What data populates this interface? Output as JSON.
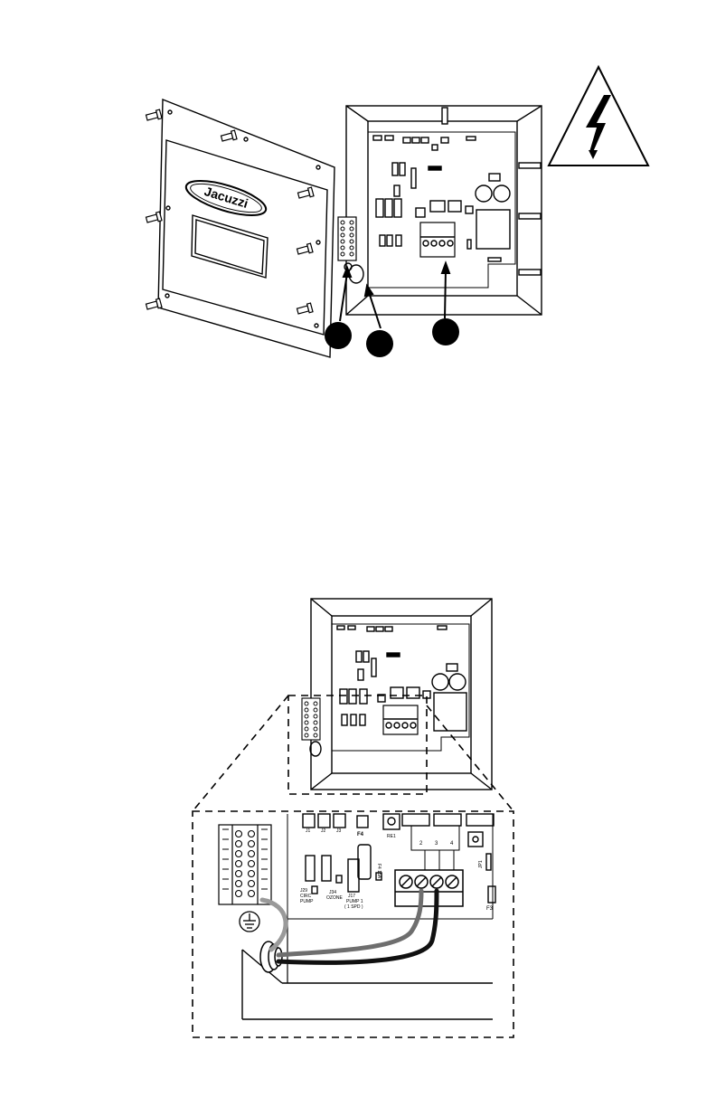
{
  "brand": {
    "logo_text": "Jacuzzi"
  },
  "callouts": [
    "",
    "",
    ""
  ],
  "colors": {
    "line": "#000000",
    "ground_wire": "#9a9a9a",
    "neutral_wire": "#6e6e6e",
    "hot_wire": "#111111",
    "background": "#ffffff"
  },
  "warning": {
    "icon": "high-voltage-warning-icon"
  },
  "detail": {
    "board_labels": {
      "header_a": "J1",
      "header_b": "J2",
      "header_c": "J3",
      "fuse": "F4",
      "relay": "RE1",
      "terminal_2": "2",
      "terminal_3": "3",
      "terminal_4": "4",
      "j29": "J29",
      "circ": "CIRC",
      "pump_a": "PUMP",
      "j34": "J34",
      "ozone": "OZONE",
      "j17": "J17",
      "pump1": "PUMP 1",
      "spd": "( 1 SPD )",
      "f3": "F3",
      "side_label": "JP1",
      "vertical_label": "F4 15A"
    }
  }
}
